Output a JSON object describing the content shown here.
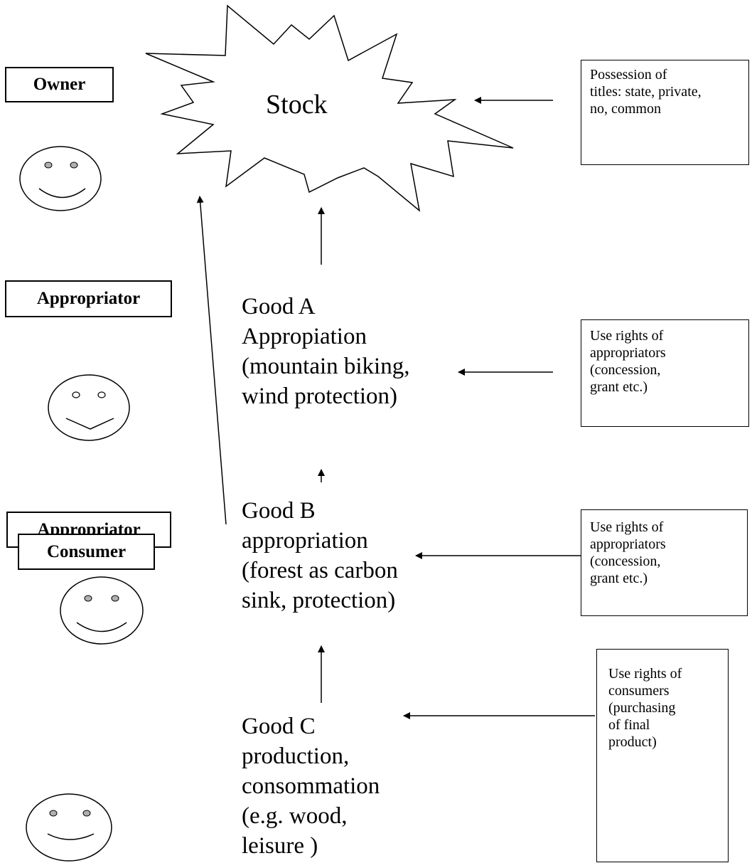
{
  "stock": {
    "label": "Stock"
  },
  "roles": {
    "owner": "Owner",
    "appropriator_a": "Appropriator",
    "appropriator_b": "Appropriator",
    "consumer": "Consumer"
  },
  "goods": {
    "a": [
      "Good A",
      "Appropiation",
      "(mountain biking,",
      "wind protection)"
    ],
    "b": [
      "Good B",
      "appropriation",
      "(forest as carbon",
      "sink, protection)"
    ],
    "c": [
      "Good C",
      "production,",
      "consommation",
      "(e.g. wood,",
      "leisure )"
    ]
  },
  "rights": {
    "titles": [
      "Possession of",
      "titles: state, private,",
      "no, common"
    ],
    "appropriators_a": [
      "Use rights of",
      "appropriators",
      "(concession,",
      "grant etc.)"
    ],
    "appropriators_b": [
      "Use rights of",
      "appropriators",
      "(concession,",
      "grant etc.)"
    ],
    "consumers": [
      "Use rights of",
      "consumers",
      "(purchasing",
      "of final",
      "product)"
    ]
  }
}
